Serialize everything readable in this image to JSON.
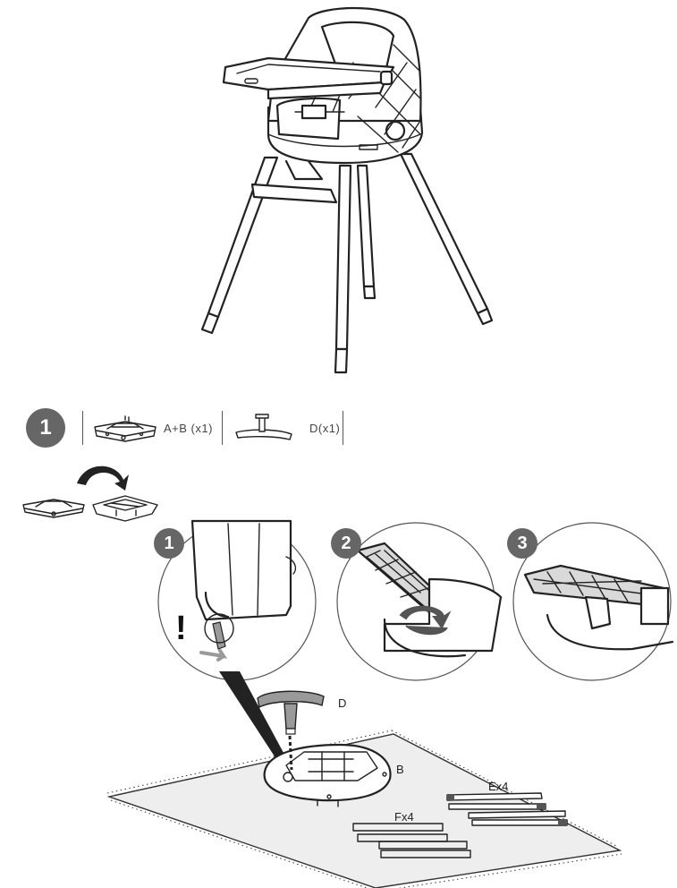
{
  "step": {
    "number": "1",
    "parts": [
      {
        "label": "A+B (x1)"
      },
      {
        "label": "D(x1)"
      }
    ],
    "sub_steps": [
      "1",
      "2",
      "3"
    ],
    "callouts": {
      "part_d": "D",
      "part_b": "B",
      "part_e": "Ex4",
      "part_f": "Fx4",
      "warning": "!"
    }
  },
  "colors": {
    "badge": "#666666",
    "line": "#222222",
    "part_grey": "#9a9a9a",
    "rotate_arrow": "#888888"
  },
  "icons": [
    "high-chair",
    "rotate-arrow",
    "rotate-arrow-double",
    "warning-exclamation"
  ]
}
